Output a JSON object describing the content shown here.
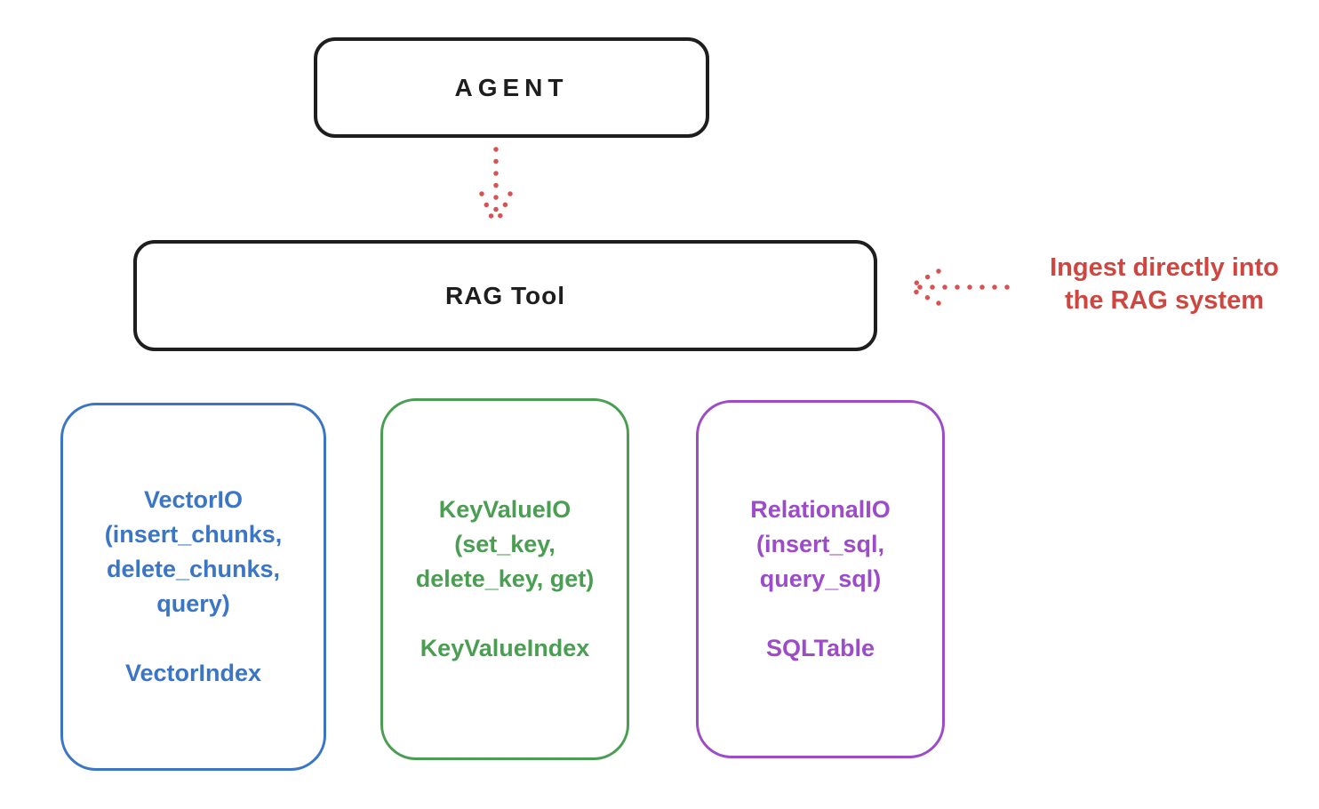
{
  "nodes": {
    "agent": {
      "label": "AGENT"
    },
    "rag_tool": {
      "label": "RAG Tool"
    }
  },
  "annotation": {
    "line1": "Ingest directly into",
    "line2": "the RAG system"
  },
  "io_boxes": [
    {
      "name": "VectorIO",
      "lines": [
        "VectorIO",
        "(insert_chunks,",
        "delete_chunks,",
        "query)"
      ],
      "index_label": "VectorIndex",
      "color": "#3b75c5"
    },
    {
      "name": "KeyValueIO",
      "lines": [
        "KeyValueIO",
        "(set_key,",
        "delete_key, get)"
      ],
      "index_label": "KeyValueIndex",
      "color": "#4a9e52"
    },
    {
      "name": "RelationalIO",
      "lines": [
        "RelationalIO",
        "(insert_sql,",
        "query_sql)"
      ],
      "index_label": "SQLTable",
      "color": "#9c4bc9"
    }
  ],
  "colors": {
    "stroke": "#1e1e1e",
    "red": "#cf4640",
    "blue": "#3b75c5",
    "green": "#4a9e52",
    "purple": "#9c4bc9",
    "background": "#ffffff"
  }
}
